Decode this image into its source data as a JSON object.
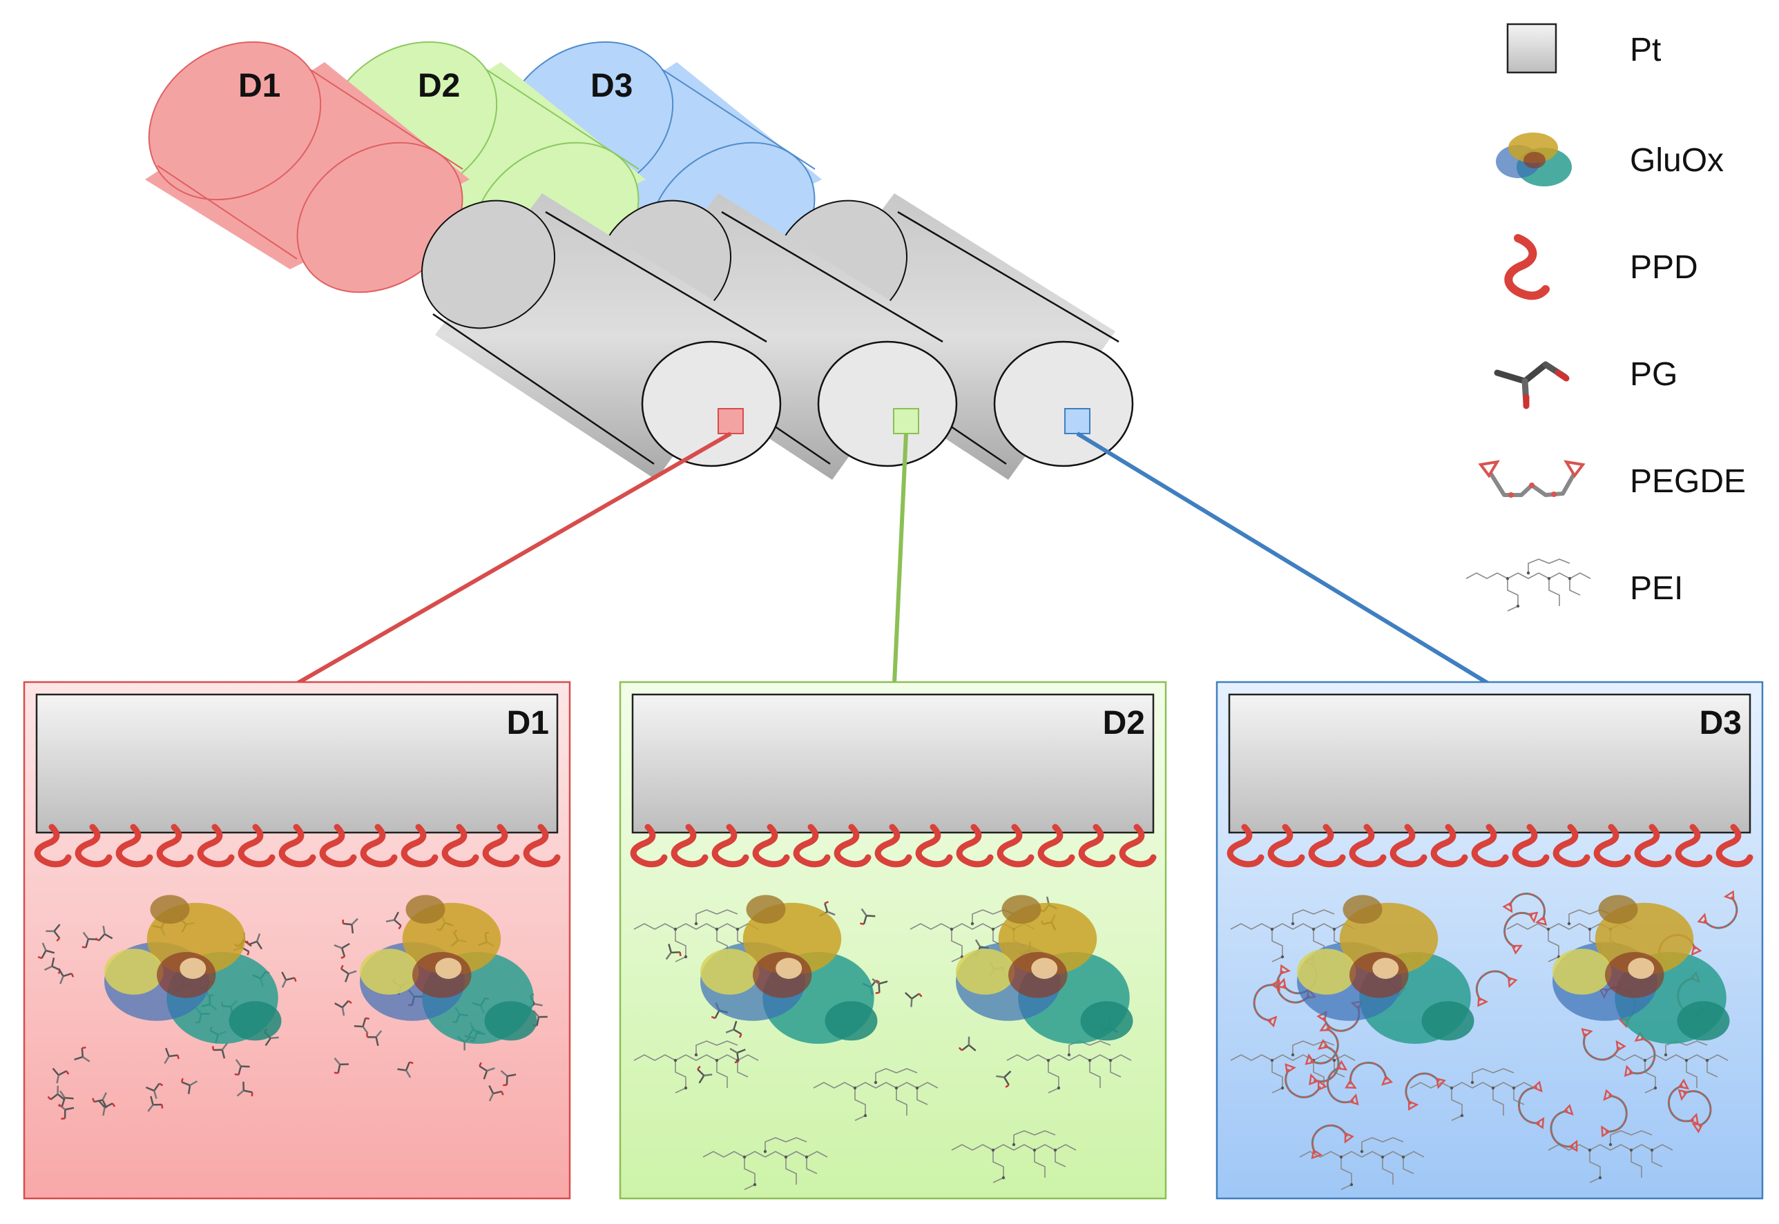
{
  "electrodes": [
    {
      "label": "D1",
      "color": "#f4a3a3",
      "border": "#e06060",
      "accent": "#d84c4c"
    },
    {
      "label": "D2",
      "color": "#d4f5b4",
      "border": "#8cc860",
      "accent": "#8cbf55"
    },
    {
      "label": "D3",
      "color": "#b6d5fa",
      "border": "#4f8ccc",
      "accent": "#3f7fc0"
    }
  ],
  "panels": [
    {
      "label": "D1",
      "components": [
        "PPD",
        "GluOx",
        "PG"
      ]
    },
    {
      "label": "D2",
      "components": [
        "PPD",
        "GluOx",
        "PG",
        "PEI"
      ]
    },
    {
      "label": "D3",
      "components": [
        "PPD",
        "GluOx",
        "PEGDE",
        "PEI"
      ]
    }
  ],
  "legend": [
    {
      "label": "Pt",
      "icon": "pt-square-icon"
    },
    {
      "label": "GluOx",
      "icon": "enzyme-icon"
    },
    {
      "label": "PPD",
      "icon": "ppd-wave-icon"
    },
    {
      "label": "PG",
      "icon": "pg-molecule-icon"
    },
    {
      "label": "PEGDE",
      "icon": "pegde-molecule-icon"
    },
    {
      "label": "PEI",
      "icon": "pei-structure-icon"
    }
  ],
  "colors": {
    "platinum": "#dcdcdc",
    "ppd": "#d9413b",
    "pegde": "#d9534f",
    "gluox_teal": "#2a9d8f",
    "gluox_gold": "#c9a227"
  }
}
